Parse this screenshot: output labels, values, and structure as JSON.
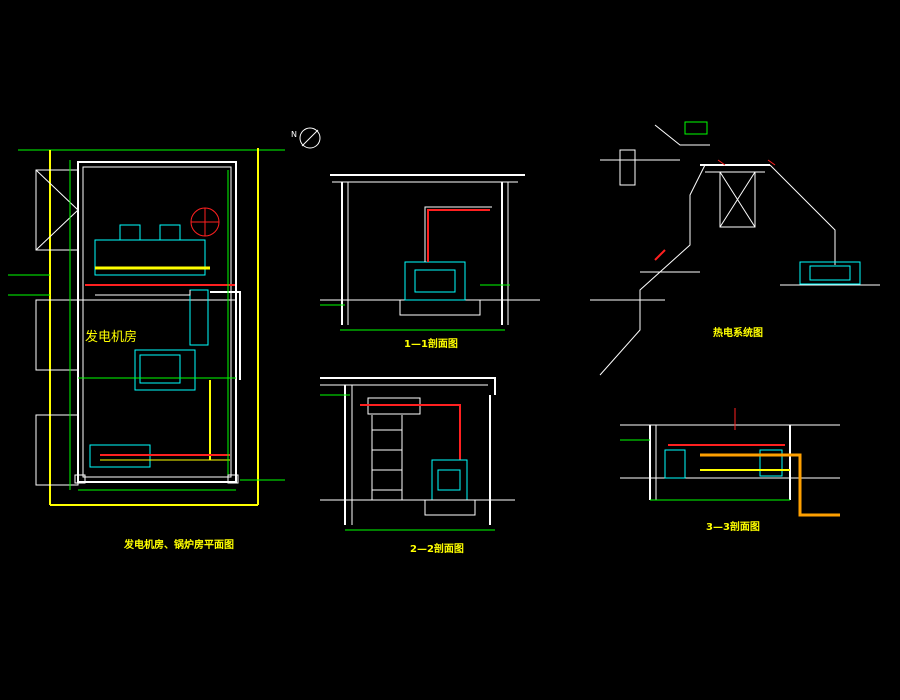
{
  "drawing": {
    "titles": {
      "plan": "发电机房、锅炉房平面图",
      "section11": "1—1剖面图",
      "section22": "2—2剖面图",
      "section33": "3—3剖面图",
      "system": "热电系统图"
    },
    "room_label": "发电机房",
    "north_label": "N",
    "colors": {
      "background": "#000000",
      "wall": "#ffffff",
      "dimension": "#00ff00",
      "pipe": "#ff2020",
      "equipment": "#00ffff",
      "frame": "#ffff00",
      "note": "#00ff00"
    }
  }
}
